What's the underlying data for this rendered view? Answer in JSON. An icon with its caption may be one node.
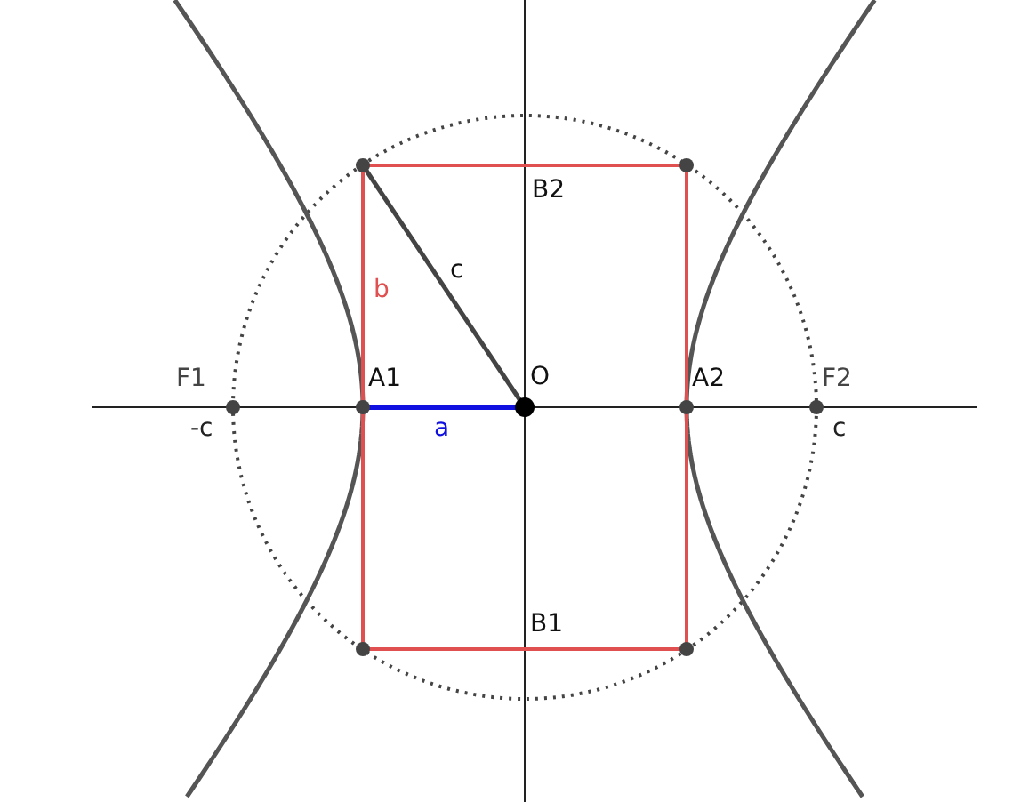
{
  "diagram": {
    "labels": [
      "B2",
      "c",
      "b",
      "F1",
      "A1",
      "O",
      "A2",
      "F2",
      "-c",
      "a",
      "c",
      "B1"
    ]
  }
}
